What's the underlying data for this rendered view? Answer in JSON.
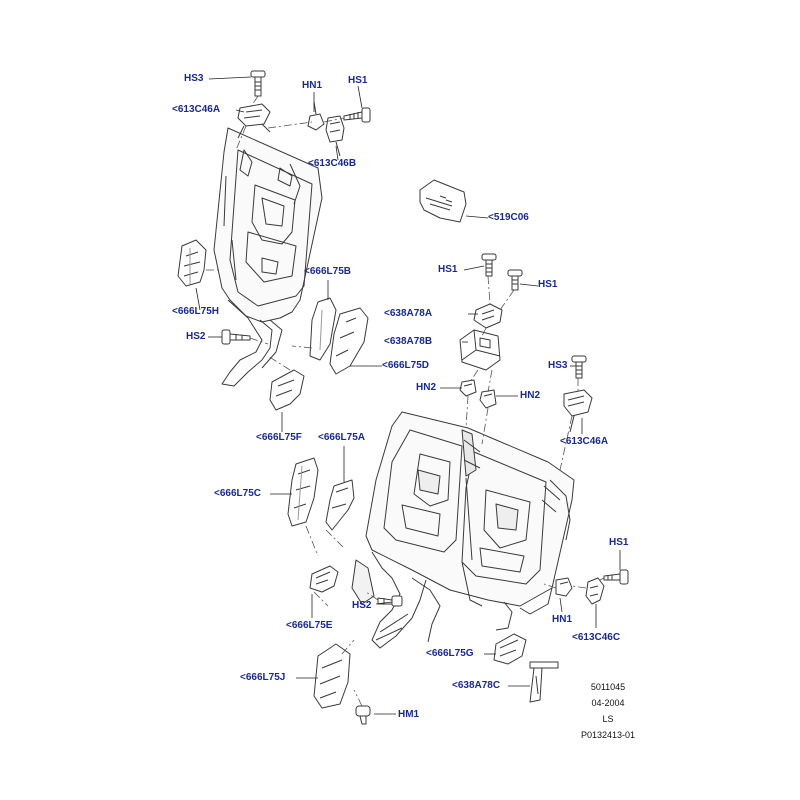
{
  "colors": {
    "label": "#1a2a8a",
    "line": "#3a3a3a",
    "part_fill": "#ffffff",
    "shade": "#c8c8c8"
  },
  "labels": {
    "hs3_top": "HS3",
    "c613_46a_top": "<613C46A",
    "hn1_top": "HN1",
    "hs1_top": "HS1",
    "c613_46b": "<613C46B",
    "c519_06": "<519C06",
    "hs1_mid_a": "HS1",
    "hs1_mid_b": "HS1",
    "l666_75b": "<666L75B",
    "l666_75h": "<666L75H",
    "a638_78a": "<638A78A",
    "hs2_left": "HS2",
    "a638_78b": "<638A78B",
    "l666_75d": "<666L75D",
    "hs3_right": "HS3",
    "hn2_a": "HN2",
    "hn2_b": "HN2",
    "l666_75f": "<666L75F",
    "l666_75a": "<666L75A",
    "c613_46a_right": "<613C46A",
    "l666_75c": "<666L75C",
    "hs1_right": "HS1",
    "hs2_bottom": "HS2",
    "hn1_right": "HN1",
    "l666_75e": "<666L75E",
    "c613_46c": "<613C46C",
    "l666_75g": "<666L75G",
    "l666_75j": "<666L75J",
    "a638_78c": "<638A78C",
    "hm1": "HM1"
  },
  "reference_block": {
    "number": "5011045",
    "date": "04-2004",
    "code": "LS",
    "illustration_id": "P0132413-01"
  }
}
